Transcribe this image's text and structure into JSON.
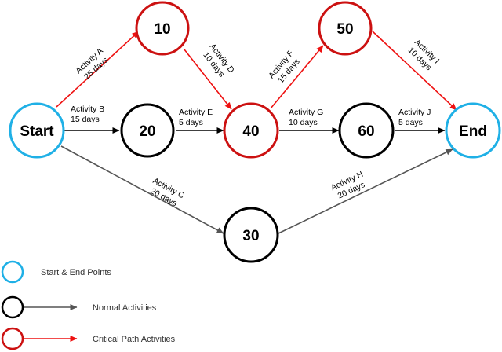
{
  "colors": {
    "start_end": "#1fb0e6",
    "normal": "#000000",
    "critical": "#cc1111",
    "normal_arrow": "#555555",
    "critical_arrow": "#ee1111"
  },
  "nodes": {
    "start": {
      "label": "Start",
      "kind": "start_end"
    },
    "n10": {
      "label": "10",
      "kind": "critical"
    },
    "n20": {
      "label": "20",
      "kind": "normal"
    },
    "n30": {
      "label": "30",
      "kind": "normal"
    },
    "n40": {
      "label": "40",
      "kind": "critical"
    },
    "n50": {
      "label": "50",
      "kind": "critical"
    },
    "n60": {
      "label": "60",
      "kind": "normal"
    },
    "end": {
      "label": "End",
      "kind": "start_end"
    }
  },
  "activities": {
    "a": {
      "name": "Activity A",
      "duration": "25 days",
      "from": "start",
      "to": "n10",
      "kind": "critical"
    },
    "b": {
      "name": "Activity B",
      "duration": "15 days",
      "from": "start",
      "to": "n20",
      "kind": "normal"
    },
    "c": {
      "name": "Activity C",
      "duration": "20 days",
      "from": "start",
      "to": "n30",
      "kind": "normal"
    },
    "d": {
      "name": "Activity D",
      "duration": "10 days",
      "from": "n10",
      "to": "n40",
      "kind": "critical"
    },
    "e": {
      "name": "Activity E",
      "duration": "5 days",
      "from": "n20",
      "to": "n40",
      "kind": "normal"
    },
    "f": {
      "name": "Activity F",
      "duration": "15 days",
      "from": "n40",
      "to": "n50",
      "kind": "critical"
    },
    "g": {
      "name": "Activity G",
      "duration": "10 days",
      "from": "n40",
      "to": "n60",
      "kind": "normal"
    },
    "h": {
      "name": "Activity H",
      "duration": "20 days",
      "from": "n30",
      "to": "end",
      "kind": "normal"
    },
    "i": {
      "name": "Activity I",
      "duration": "10 days",
      "from": "n50",
      "to": "end",
      "kind": "critical"
    },
    "j": {
      "name": "Activity J",
      "duration": "5 days",
      "from": "n60",
      "to": "end",
      "kind": "normal"
    }
  },
  "legend": {
    "start_end": "Start & End Points",
    "normal": "Normal Activities",
    "critical": "Critical Path Activities"
  }
}
